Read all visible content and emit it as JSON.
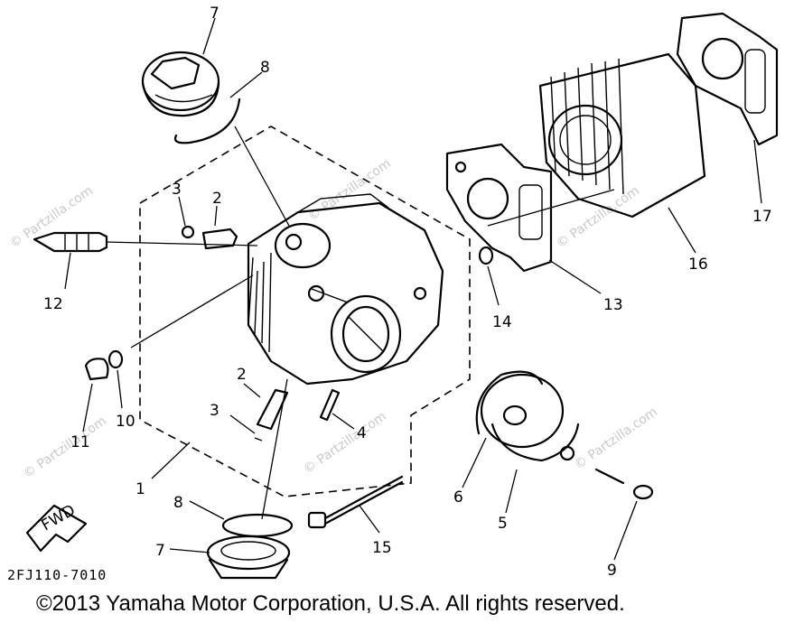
{
  "watermark": "© Partzilla.com",
  "diagram_code": "2FJ110-7010",
  "fwd_label": "FWD",
  "copyright": "©2013 Yamaha Motor Corporation, U.S.A. All rights reserved.",
  "callouts": {
    "c7_top": "7",
    "c8_top": "8",
    "c3_top": "3",
    "c2_top": "2",
    "c12": "12",
    "c10": "10",
    "c11": "11",
    "c2_mid": "2",
    "c3_mid": "3",
    "c4": "4",
    "c1": "1",
    "c8_bot": "8",
    "c7_bot": "7",
    "c15": "15",
    "c6": "6",
    "c5": "5",
    "c9": "9",
    "c14": "14",
    "c13": "13",
    "c16": "16",
    "c17": "17"
  }
}
